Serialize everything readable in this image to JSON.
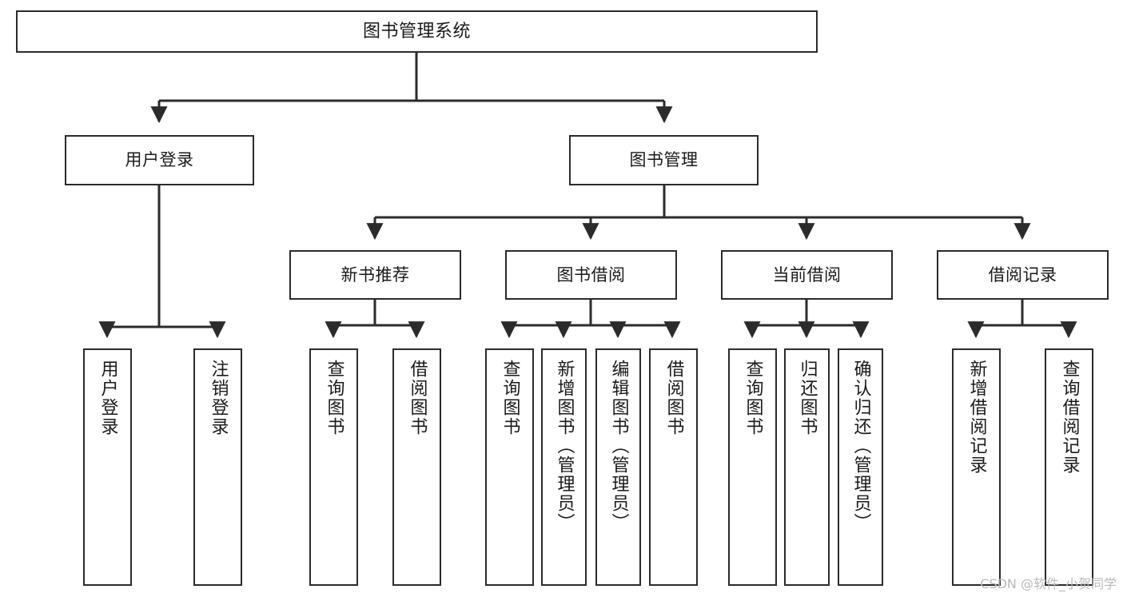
{
  "diagram": {
    "title": "图书管理系统",
    "type": "functional-structure-tree",
    "orientation": "top-down",
    "line_color": "#2b2b2b",
    "box_fill": "#ffffff",
    "text_color": "#1a1a1a"
  },
  "nodes": {
    "root": {
      "label": "图书管理系统"
    },
    "level2": [
      {
        "label": "用户登录"
      },
      {
        "label": "图书管理"
      }
    ],
    "level3": [
      {
        "label": "新书推荐"
      },
      {
        "label": "图书借阅"
      },
      {
        "label": "当前借阅"
      },
      {
        "label": "借阅记录"
      }
    ],
    "leaves": {
      "user_login": [
        {
          "label": "用户登录"
        },
        {
          "label": "注销登录"
        }
      ],
      "new_book_recommend": [
        {
          "label": "查询图书"
        },
        {
          "label": "借阅图书"
        }
      ],
      "book_borrow": [
        {
          "label": "查询图书"
        },
        {
          "label": "新增图书（管理员）"
        },
        {
          "label": "编辑图书（管理员）"
        },
        {
          "label": "借阅图书"
        }
      ],
      "current_borrow": [
        {
          "label": "查询图书"
        },
        {
          "label": "归还图书"
        },
        {
          "label": "确认归还（管理员）"
        }
      ],
      "borrow_record": [
        {
          "label": "新增借阅记录"
        },
        {
          "label": "查询借阅记录"
        }
      ]
    }
  },
  "watermark": {
    "text": "CSDN @软件_小贺同学"
  }
}
